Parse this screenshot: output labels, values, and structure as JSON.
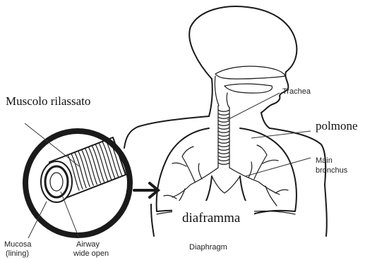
{
  "labels": {
    "trachea": "Trachea",
    "polmone": "polmone",
    "main_bronchus_line1": "Main",
    "main_bronchus_line2": "bronchus",
    "diaframma": "diaframma",
    "diaphragm": "Diaphragm",
    "muscolo": "Muscolo rilassato",
    "mucosa_line1": "Mucosa",
    "mucosa_line2": "(lining)",
    "airway_line1": "Airway",
    "airway_line2": "wide open"
  }
}
